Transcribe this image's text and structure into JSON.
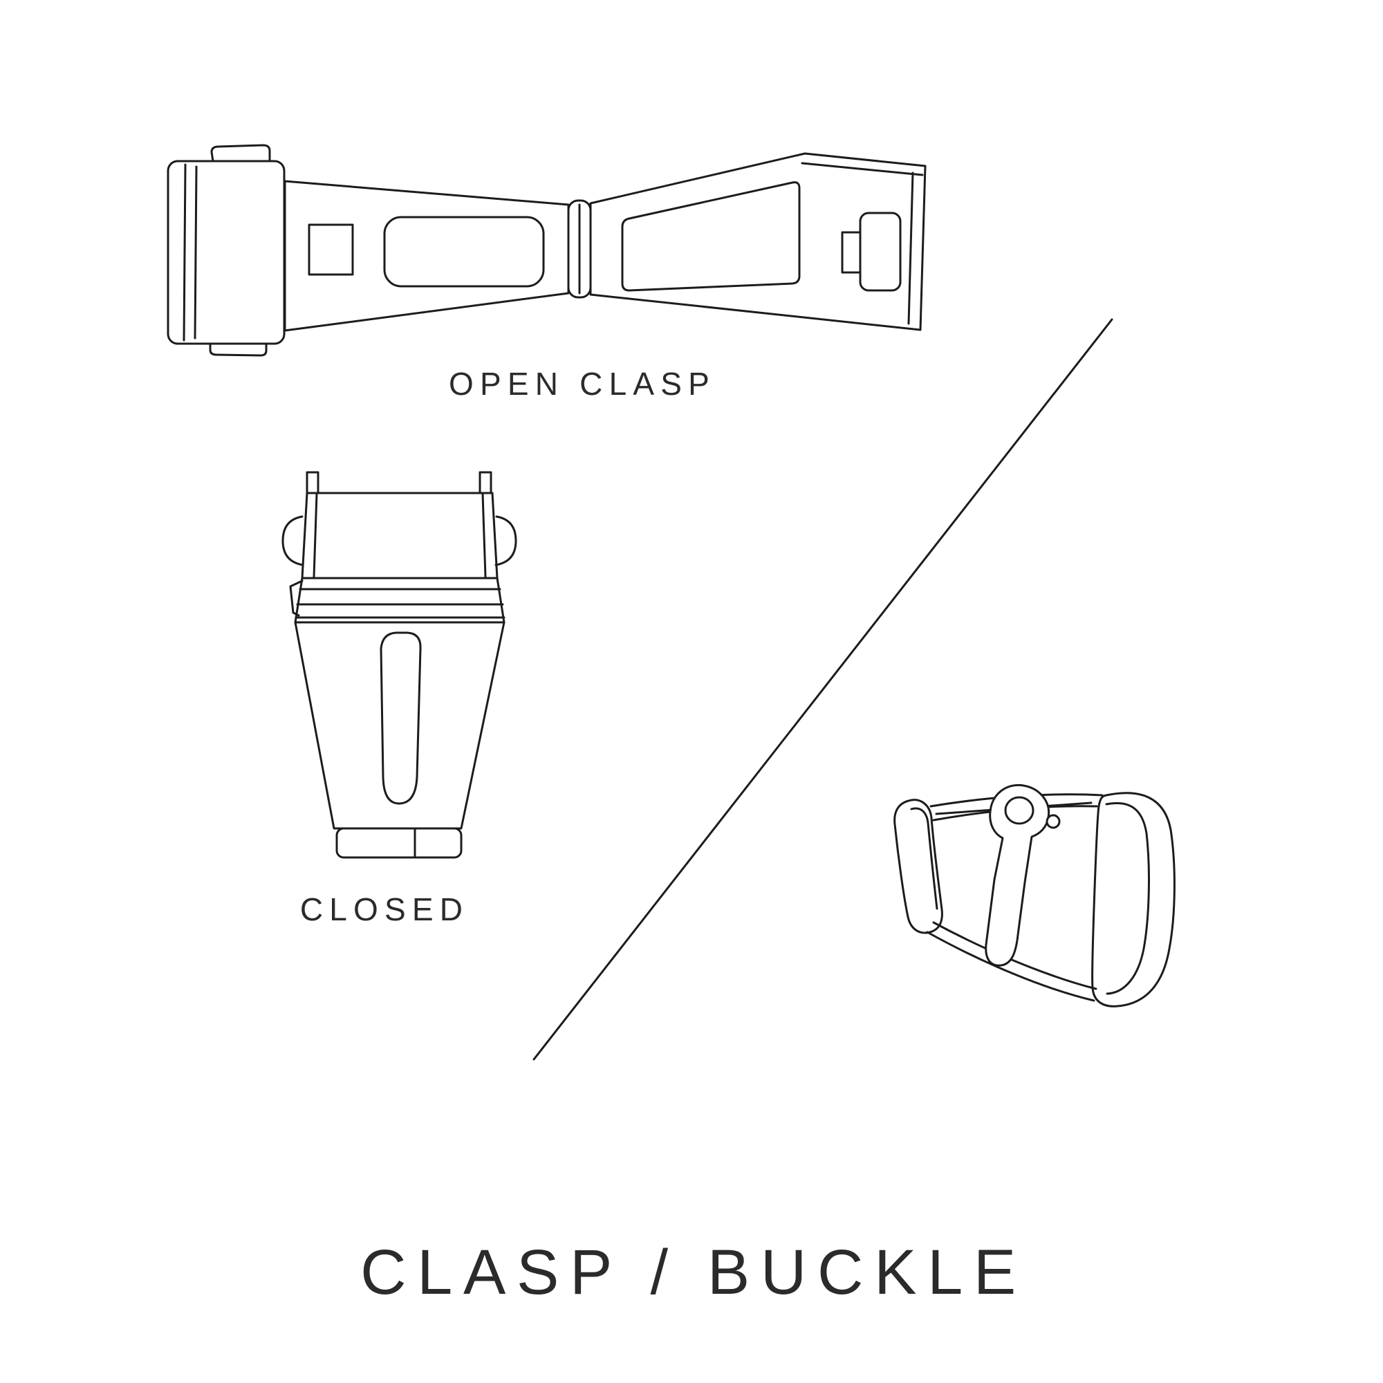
{
  "page": {
    "background": "#ffffff",
    "line_color": "#1c1c1c",
    "text_color": "#2b2b2b"
  },
  "diagram": {
    "title": "CLASP / BUCKLE",
    "labels": {
      "open_clasp": "OPEN CLASP",
      "closed": "CLOSED"
    },
    "figures": [
      {
        "id": "open-clasp",
        "label": "OPEN CLASP"
      },
      {
        "id": "closed-clasp",
        "label": "CLOSED"
      },
      {
        "id": "tang-buckle",
        "label": ""
      }
    ]
  }
}
